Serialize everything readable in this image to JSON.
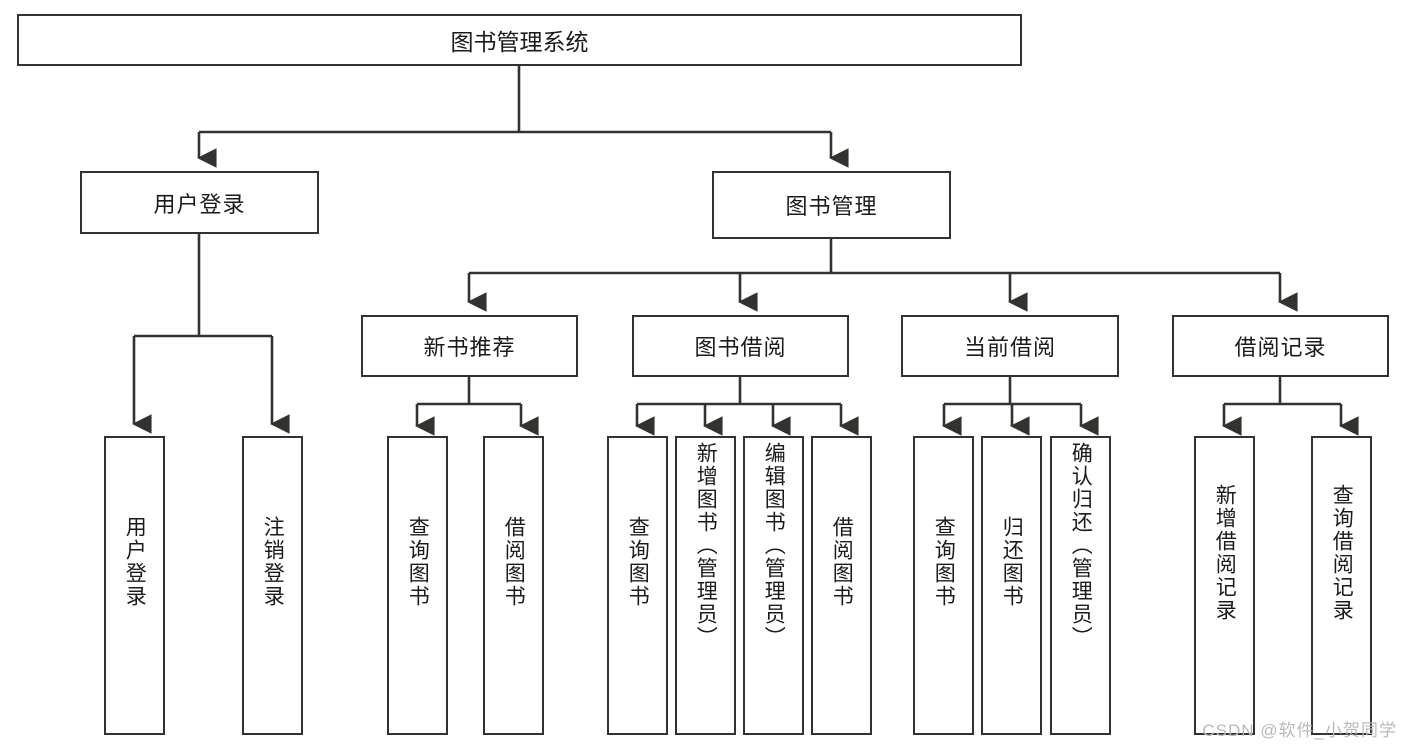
{
  "diagram": {
    "title": "图书管理系统",
    "root": {
      "label": "图书管理系统"
    },
    "level2": [
      {
        "label": "用户登录"
      },
      {
        "label": "图书管理"
      }
    ],
    "level3": [
      {
        "label": "新书推荐"
      },
      {
        "label": "图书借阅"
      },
      {
        "label": "当前借阅"
      },
      {
        "label": "借阅记录"
      }
    ],
    "leaves": {
      "user_login": [
        {
          "label": "用户登录"
        },
        {
          "label": "注销登录"
        }
      ],
      "new_book": [
        {
          "label": "查询图书"
        },
        {
          "label": "借阅图书"
        }
      ],
      "borrow": [
        {
          "label": "查询图书"
        },
        {
          "label": "新增图书（管理员）"
        },
        {
          "label": "编辑图书（管理员）"
        },
        {
          "label": "借阅图书"
        }
      ],
      "current": [
        {
          "label": "查询图书"
        },
        {
          "label": "归还图书"
        },
        {
          "label": "确认归还（管理员）"
        }
      ],
      "records": [
        {
          "label": "新增借阅记录"
        },
        {
          "label": "查询借阅记录"
        }
      ]
    }
  },
  "watermark": {
    "text": "CSDN @软件_小贺同学"
  },
  "colors": {
    "stroke": "#33322f",
    "text": "#1b1b1b",
    "background": "#ffffff",
    "watermark": "#b9b9b9"
  }
}
